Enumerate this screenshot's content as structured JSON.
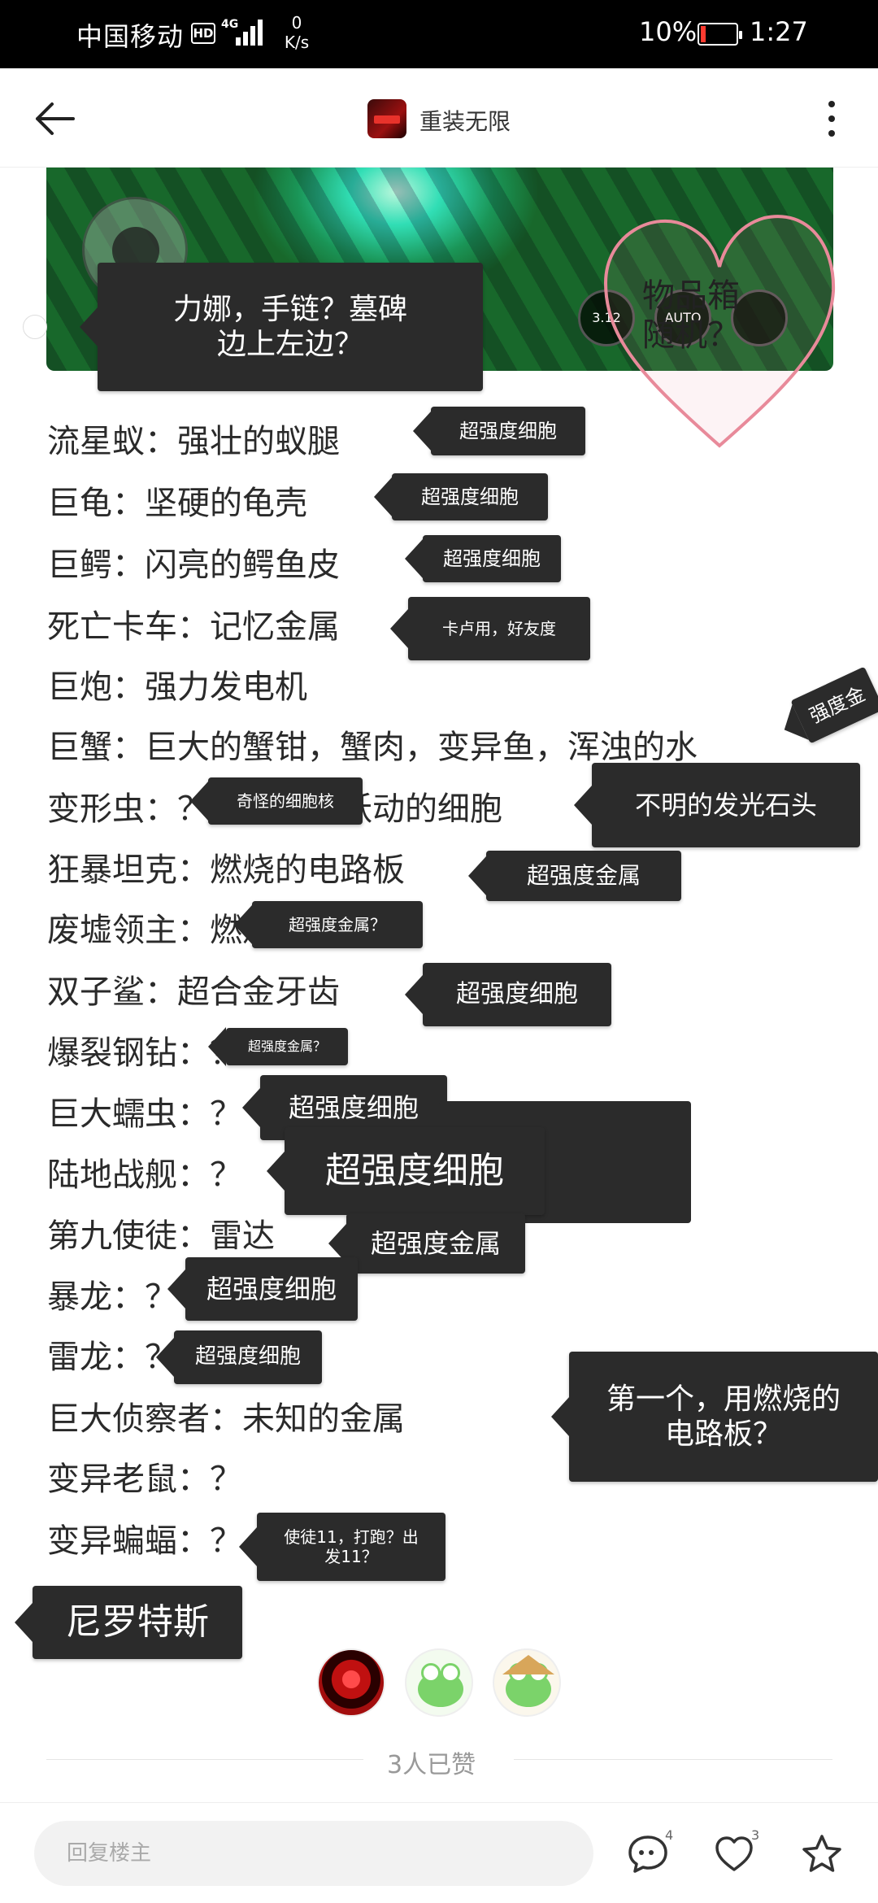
{
  "status_bar": {
    "carrier": "中国移动",
    "hd": "HD",
    "net": "4G",
    "speed_value": "0",
    "speed_unit": "K/s",
    "battery": "10%",
    "time": "1:27"
  },
  "header": {
    "title": "重装无限"
  },
  "game": {
    "labels": [
      "3.12",
      "AUTO"
    ]
  },
  "overlays": {
    "top_bubble": "力娜，手链？墓碑\n边上左边？",
    "heart_text": "物品箱\n随机？"
  },
  "lines": [
    "流星蚁：强壮的蚁腿",
    "巨龟：坚硬的龟壳",
    "巨鳄：闪亮的鳄鱼皮",
    "死亡卡车：记忆金属",
    "巨炮：强力发电机",
    "巨蟹：巨大的蟹钳，蟹肉，变异鱼，浑浊的水",
    "变形虫：？脏兮兮活跃动的细胞",
    "狂暴坦克：燃烧的电路板",
    "废墟领主：燃烧的电路板？",
    "双子鲨：超合金牙齿",
    "爆裂钢钻：？",
    "巨大蠕虫：？",
    "陆地战舰：？",
    "第九使徒：雷达",
    "暴龙：？",
    "雷龙：？",
    "巨大侦察者：未知的金属",
    "变异老鼠：？",
    "变异蝙蝠：？"
  ],
  "bubbles": [
    "超强度细胞",
    "超强度细胞",
    "超强度细胞",
    "卡卢用，好友度",
    "强度金",
    "奇怪的细胞核",
    "不明的发光石头",
    "超强度金属",
    "超强度金属？",
    "超强度细胞",
    "超强度金属？",
    "超强度细胞",
    "超强度细胞",
    "超强度金属",
    "超强度细胞",
    "超强度细胞",
    "第一个，用燃烧的\n电路板？",
    "使徒11，打跑？出\n发11？",
    "尼罗特斯"
  ],
  "likes": {
    "count_text": "3人已赞",
    "avatars": [
      "plague-avatar",
      "frog-avatar",
      "frog-hat-avatar"
    ]
  },
  "bottom_bar": {
    "reply_placeholder": "回复楼主",
    "comment_count": "4",
    "like_count": "3"
  },
  "colors": {
    "bubble_bg": "#2b2b2b",
    "text": "#2a2a2a",
    "heart": "#e88a9a"
  }
}
